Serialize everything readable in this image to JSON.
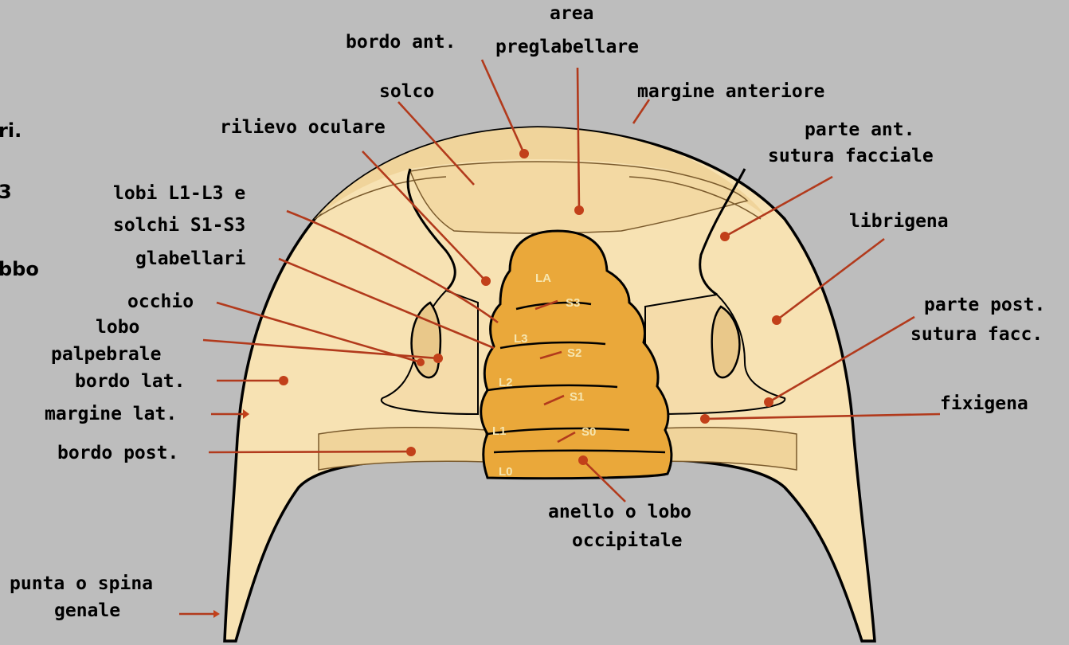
{
  "edge_text": [
    "ri.",
    "3",
    "bbo"
  ],
  "labels": {
    "area": "area",
    "bordo_ant": "bordo ant.",
    "preglabellare": "preglabellare",
    "solco": "solco",
    "margine_anteriore": "margine anteriore",
    "rilievo_oculare": "rilievo oculare",
    "parte_ant": "parte ant.",
    "sutura_facciale": "sutura facciale",
    "lobi_l1_l3": "lobi L1-L3 e",
    "solchi_s1_s3": "solchi S1-S3",
    "glabellari": "glabellari",
    "librigena": "librigena",
    "occhio": "occhio",
    "lobo": "lobo",
    "palpebrale": "palpebrale",
    "parte_post": "parte post.",
    "sutura_facc": "sutura facc.",
    "bordo_lat": "bordo lat.",
    "fixigena": "fixigena",
    "margine_lat": "margine lat.",
    "bordo_post": "bordo post.",
    "anello_o_lobo": "anello o lobo",
    "occipitale": "occipitale",
    "punta_o_spina": "punta o spina",
    "genale": "genale"
  },
  "glabella_labels": {
    "la": "LA",
    "s3": "S3",
    "l3": "L3",
    "s2": "S2",
    "l2": "L2",
    "s1": "S1",
    "l1": "L1",
    "s0": "S0",
    "l0": "L0"
  },
  "colors": {
    "background": "#bdbdbd",
    "cephalon_fill": "#f7e2b3",
    "border_fill": "#f0d49b",
    "glabella_fill": "#eaa83a",
    "leader_lines": "#b23a1c",
    "outline": "#000000"
  }
}
